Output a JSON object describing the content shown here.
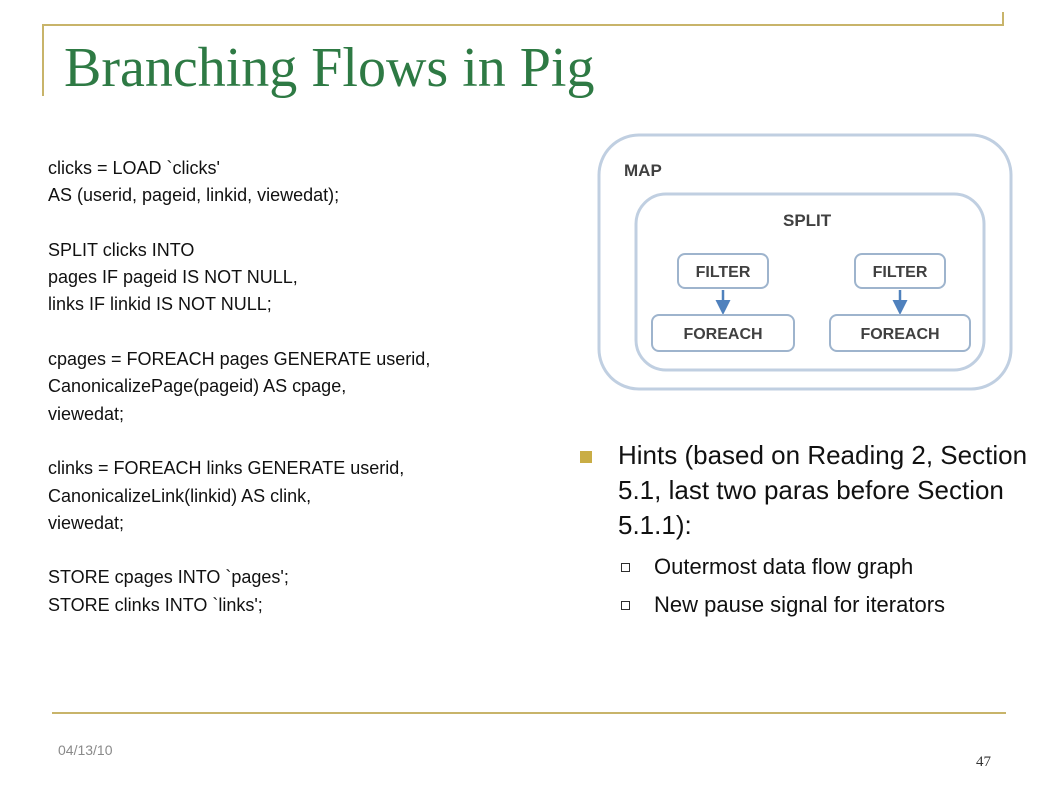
{
  "slide": {
    "title": "Branching Flows in Pig",
    "date": "04/13/10",
    "page_number": "47"
  },
  "code_lines": [
    "clicks = LOAD `clicks'",
    "AS (userid, pageid, linkid, viewedat);",
    "",
    "SPLIT clicks INTO",
    "pages IF pageid IS NOT NULL,",
    "links IF linkid IS NOT NULL;",
    "",
    "cpages = FOREACH pages GENERATE userid,",
    "CanonicalizePage(pageid) AS cpage,",
    "viewedat;",
    "",
    "clinks = FOREACH links GENERATE userid,",
    "CanonicalizeLink(linkid) AS clink,",
    "viewedat;",
    "",
    "STORE cpages INTO `pages';",
    "STORE clinks INTO `links';"
  ],
  "diagram": {
    "outer_label": "MAP",
    "inner_label": "SPLIT",
    "left_filter": "FILTER",
    "left_foreach": "FOREACH",
    "right_filter": "FILTER",
    "right_foreach": "FOREACH",
    "colors": {
      "box_stroke": "#c0cfe1",
      "node_stroke": "#9eb4cd",
      "arrow": "#4f81bd",
      "text": "#404040"
    }
  },
  "hints": {
    "main": "Hints (based on Reading 2, Section 5.1, last two paras before Section 5.1.1):",
    "items": [
      "Outermost data flow graph",
      "New pause signal for iterators"
    ]
  },
  "theme": {
    "accent": "#c8b46a",
    "title_color": "#2e7a44",
    "bullet": "#c9ad45"
  }
}
